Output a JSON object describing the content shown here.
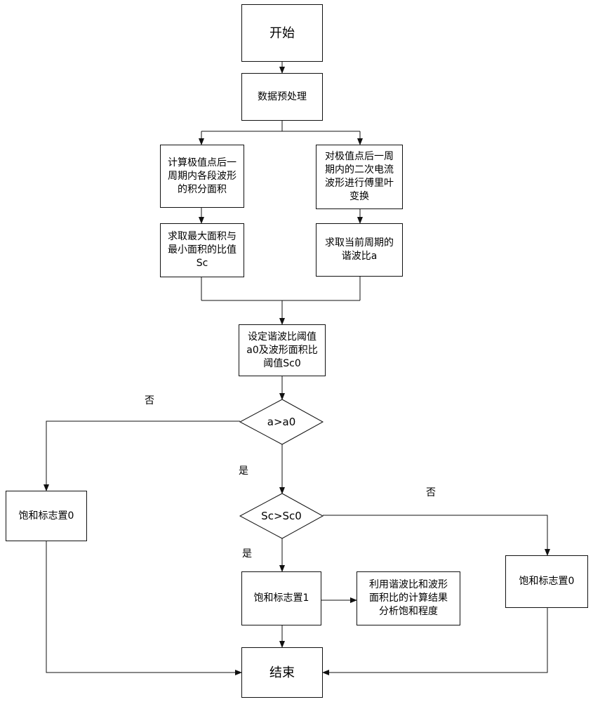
{
  "nodes": {
    "start": "开始",
    "preprocess": "数据预处理",
    "integral": "计算极值点后一\n周期内各段波形\n的积分面积",
    "fourier": "对极值点后一周\n期内的二次电流\n波形进行傅里叶\n变换",
    "ratio_sc": "求取最大面积与\n最小面积的比值\nSc",
    "harmonic": "求取当前周期的\n谐波比a",
    "threshold": "设定谐波比阈值\na0及波形面积比\n阈值Sc0",
    "cond1": "a>a0",
    "cond2": "Sc>Sc0",
    "flag0_left": "饱和标志置0",
    "flag0_right": "饱和标志置0",
    "flag1": "饱和标志置1",
    "analyze": "利用谐波比和波形\n面积比的计算结果\n分析饱和程度",
    "end": "结束"
  },
  "labels": {
    "no1": "否",
    "yes1": "是",
    "no2": "否",
    "yes2": "是"
  },
  "colors": {
    "line": "#111111",
    "background": "#ffffff"
  }
}
